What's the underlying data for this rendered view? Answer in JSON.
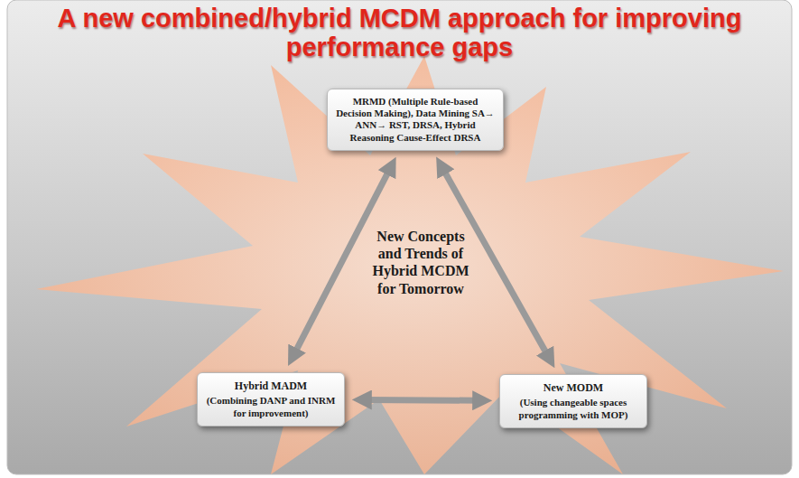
{
  "diagram": {
    "title": "A new combined/hybrid MCDM approach for improving performance gaps",
    "nodes": [
      {
        "text": [
          "MRMD (Multiple Rule-based Decision Making), Data Mining SA→ ANN→ RST, DRSA, Hybrid Reasoning Cause-Effect DRSA"
        ]
      },
      {
        "text": [
          "Hybrid MADM",
          "(Combining DANP and INRM for improvement)"
        ]
      },
      {
        "text": [
          "New MODM",
          "(Using changeable spaces programming with MOP)"
        ]
      }
    ],
    "edges": [
      {
        "from": 0,
        "to": 1,
        "arrow": "both"
      },
      {
        "from": 0,
        "to": 2,
        "arrow": "both"
      },
      {
        "from": 1,
        "to": 2,
        "arrow": "both"
      }
    ],
    "labels": [
      "New Concepts and Trends of Hybrid MCDM for Tomorrow"
    ]
  }
}
